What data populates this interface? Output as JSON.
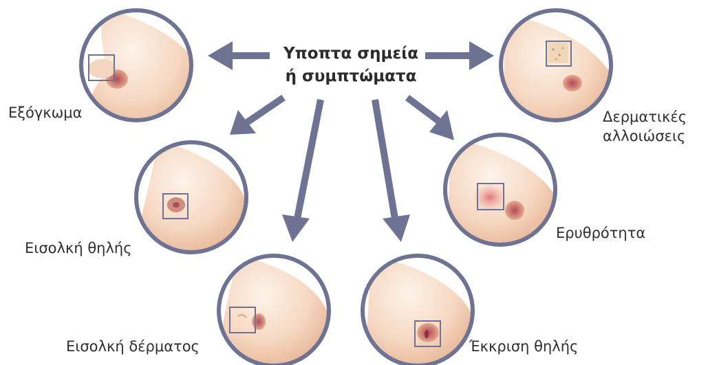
{
  "title": {
    "line1": "Υποπτα σημεία",
    "line2": "ή συμπτώματα"
  },
  "symptoms": [
    {
      "label": "Εξόγκωμα"
    },
    {
      "label_line1": "Δερματικές",
      "label_line2": "αλλοιώσεις"
    },
    {
      "label": "Εισολκή θηλής"
    },
    {
      "label": "Ερυθρότητα"
    },
    {
      "label": "Εισολκή δέρματος"
    },
    {
      "label": "Έκκριση θηλής"
    }
  ],
  "colors": {
    "ring": "#6e7394",
    "arrow": "#6e7394",
    "skin_light": "#fbe9dc",
    "skin_dark": "#e7b493",
    "nipple": "#c9776e"
  }
}
